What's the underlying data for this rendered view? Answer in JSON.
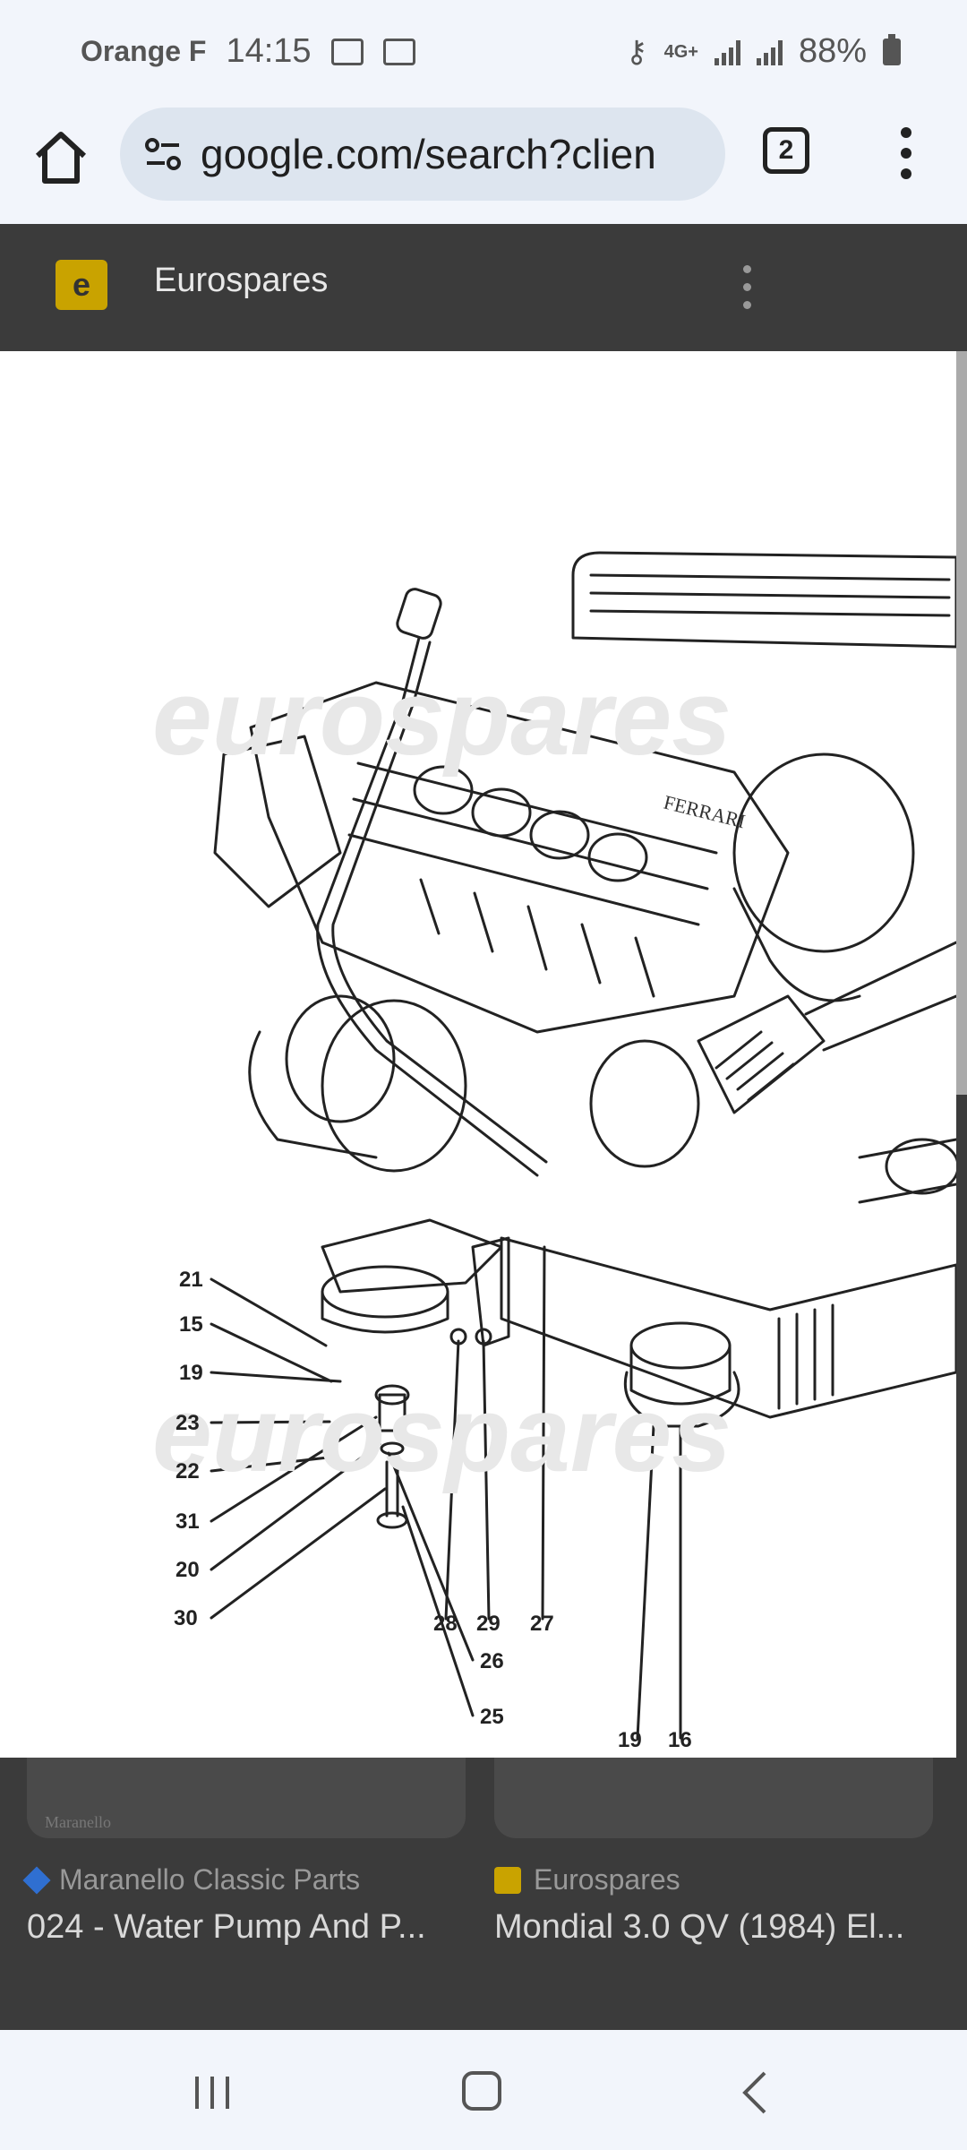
{
  "status_bar": {
    "carrier": "Orange F",
    "time": "14:15",
    "network": "4G+",
    "battery": "88%"
  },
  "browser": {
    "url": "google.com/search?clien",
    "tab_count": "2"
  },
  "viewer": {
    "source_name": "Eurospares",
    "logo_letter": "e"
  },
  "diagram": {
    "watermark": "eurospares",
    "badge": "FERRARI",
    "part_numbers_left": [
      "21",
      "15",
      "19",
      "23",
      "22",
      "31",
      "20",
      "30"
    ],
    "part_numbers_bottom": [
      "28",
      "29",
      "27",
      "26",
      "25",
      "19",
      "16"
    ]
  },
  "results": [
    {
      "source": "Maranello Classic Parts",
      "title": "024 - Water Pump And P...",
      "thumb_label": "Maranello"
    },
    {
      "source": "Eurospares",
      "title": "Mondial 3.0 QV (1984) El..."
    }
  ]
}
